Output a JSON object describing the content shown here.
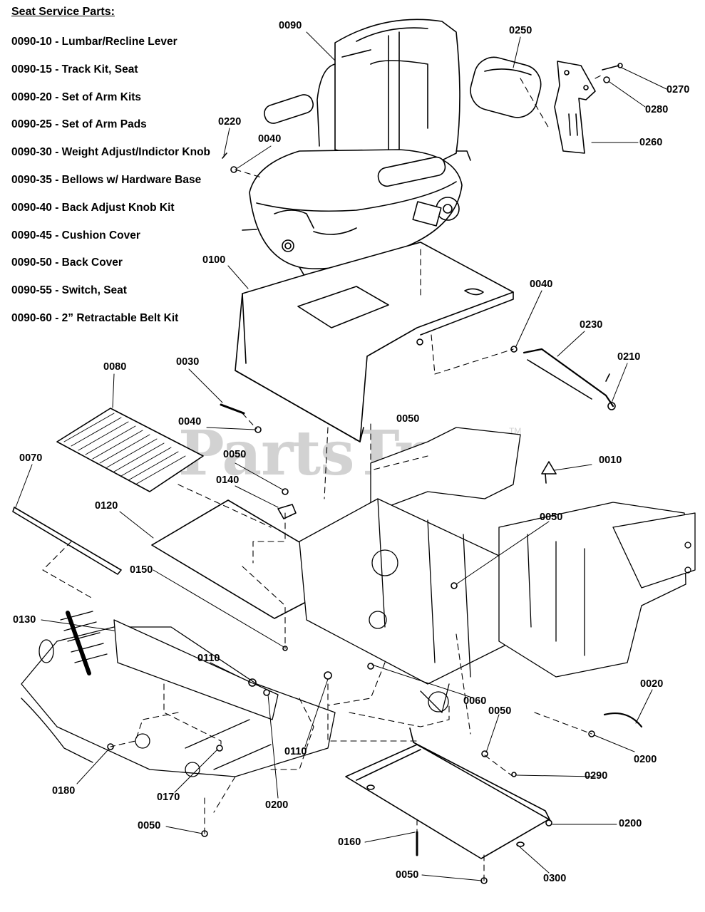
{
  "service_parts": {
    "title": "Seat Service Parts:",
    "items": [
      "0090-10 - Lumbar/Recline Lever",
      "0090-15 - Track Kit, Seat",
      "0090-20 - Set of Arm Kits",
      "0090-25 - Set of Arm Pads",
      "0090-30 - Weight Adjust/Indictor Knob",
      "0090-35 - Bellows w/ Hardware Base",
      "0090-40 - Back Adjust Knob Kit",
      "0090-45 - Cushion Cover",
      "0090-50 - Back Cover",
      "0090-55 - Switch, Seat",
      "0090-60 - 2” Retractable Belt Kit"
    ]
  },
  "watermark": {
    "text": "PartsTree",
    "mark": "TM"
  },
  "callouts": {
    "c0090": "0090",
    "c0250": "0250",
    "c0270": "0270",
    "c0280": "0280",
    "c0260": "0260",
    "c0220": "0220",
    "c0040a": "0040",
    "c0100": "0100",
    "c0040b": "0040",
    "c0230": "0230",
    "c0210": "0210",
    "c0080": "0080",
    "c0030": "0030",
    "c0050a": "0050",
    "c0040c": "0040",
    "c0010": "0010",
    "c0070": "0070",
    "c0050b": "0050",
    "c0140": "0140",
    "c0120": "0120",
    "c0050c": "0050",
    "c0150": "0150",
    "c0130": "0130",
    "c0110a": "0110",
    "c0060": "0060",
    "c0020": "0020",
    "c0050d": "0050",
    "c0200a": "0200",
    "c0290": "0290",
    "c0180": "0180",
    "c0170": "0170",
    "c0200b": "0200",
    "c0110b": "0110",
    "c0050e": "0050",
    "c0200c": "0200",
    "c0160": "0160",
    "c0050f": "0050",
    "c0300": "0300"
  }
}
